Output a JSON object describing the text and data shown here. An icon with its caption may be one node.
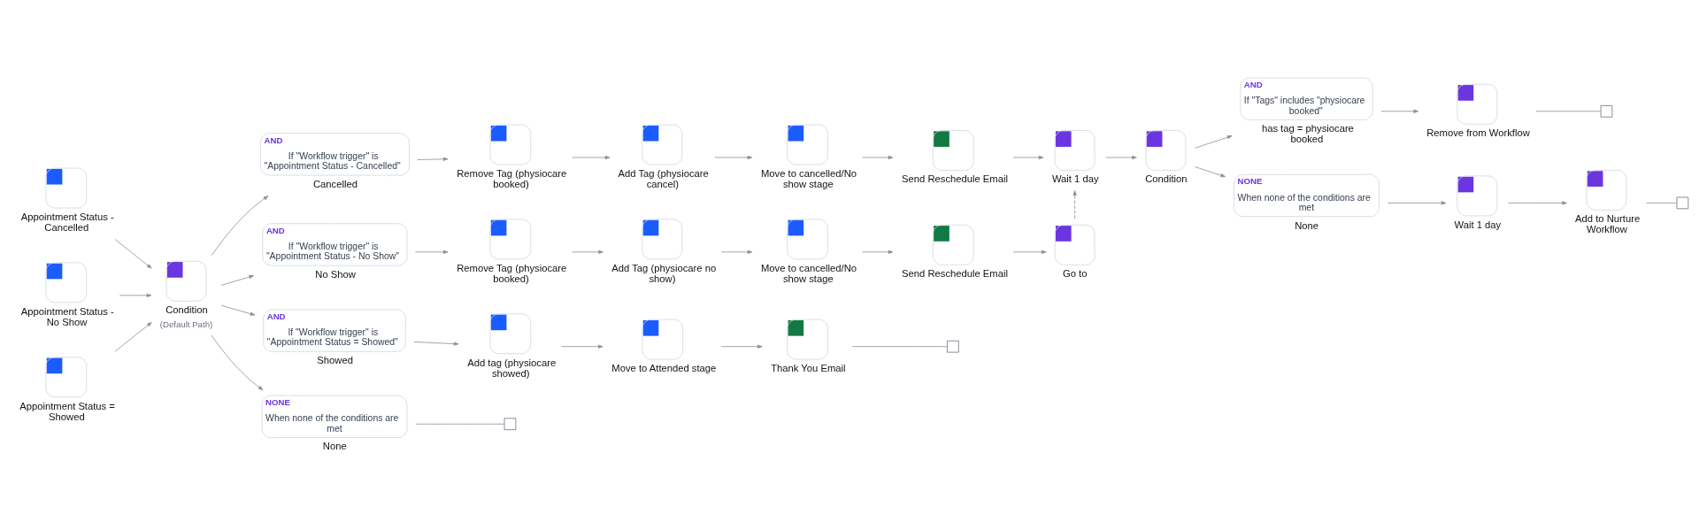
{
  "diagram": {
    "nodes": [
      {
        "text": [
          "Appointment Status - Cancelled"
        ]
      },
      {
        "text": [
          "Appointment Status - No Show"
        ]
      },
      {
        "text": [
          "Appointment Status = Showed"
        ]
      },
      {
        "text": [
          "Condition",
          "(Default Path)"
        ]
      },
      {
        "text": [
          "AND",
          "If \"Workflow trigger\" is \"Appointment Status - Cancelled\"",
          "Cancelled"
        ]
      },
      {
        "text": [
          "Remove Tag (physiocare booked)"
        ]
      },
      {
        "text": [
          "Add Tag (physiocare cancel)"
        ]
      },
      {
        "text": [
          "Move to cancelled/No show stage"
        ]
      },
      {
        "text": [
          "Send Reschedule Email"
        ]
      },
      {
        "text": [
          "Wait 1 day"
        ]
      },
      {
        "text": [
          "Condition"
        ]
      },
      {
        "text": [
          "AND",
          "If \"Tags\" includes \"physiocare booked\"",
          "has tag = physiocare booked"
        ]
      },
      {
        "text": [
          "Remove from Workflow"
        ]
      },
      {
        "text": [],
        "shape": "box"
      },
      {
        "text": [
          "NONE",
          "When none of the conditions are met",
          "None"
        ]
      },
      {
        "text": [
          "Wait 1 day"
        ]
      },
      {
        "text": [
          "Add to Nurture Workflow"
        ]
      },
      {
        "text": [],
        "shape": "box"
      },
      {
        "text": [
          "AND",
          "If \"Workflow trigger\" is \"Appointment Status - No Show\"",
          "No Show"
        ]
      },
      {
        "text": [
          "Remove Tag (physiocare booked)"
        ]
      },
      {
        "text": [
          "Add Tag (physiocare no show)"
        ]
      },
      {
        "text": [
          "Move to cancelled/No show stage"
        ]
      },
      {
        "text": [
          "Send Reschedule Email"
        ]
      },
      {
        "text": [
          "Go to"
        ]
      },
      {
        "text": [
          "AND",
          "If \"Workflow trigger\" is \"Appointment Status = Showed\"",
          "Showed"
        ]
      },
      {
        "text": [
          "Add tag (physiocare showed)"
        ]
      },
      {
        "text": [
          "Move to Attended stage"
        ]
      },
      {
        "text": [
          "Thank You Email"
        ]
      },
      {
        "text": [],
        "shape": "box"
      },
      {
        "text": [
          "NONE",
          "When none of the conditions are met",
          "None"
        ]
      },
      {
        "text": [],
        "shape": "box"
      }
    ],
    "edges": [
      {
        "from": 0,
        "to": 3,
        "arrow": "to"
      },
      {
        "from": 1,
        "to": 3,
        "arrow": "to"
      },
      {
        "from": 2,
        "to": 3,
        "arrow": "to"
      },
      {
        "from": 3,
        "to": 4,
        "arrow": "to"
      },
      {
        "from": 3,
        "to": 18,
        "arrow": "to"
      },
      {
        "from": 3,
        "to": 24,
        "arrow": "to"
      },
      {
        "from": 3,
        "to": 29,
        "arrow": "to"
      },
      {
        "from": 4,
        "to": 5,
        "arrow": "to"
      },
      {
        "from": 5,
        "to": 6,
        "arrow": "to"
      },
      {
        "from": 6,
        "to": 7,
        "arrow": "to"
      },
      {
        "from": 7,
        "to": 8,
        "arrow": "to"
      },
      {
        "from": 8,
        "to": 9,
        "arrow": "to"
      },
      {
        "from": 9,
        "to": 10,
        "arrow": "to"
      },
      {
        "from": 10,
        "to": 11,
        "arrow": "to"
      },
      {
        "from": 10,
        "to": 14,
        "arrow": "to"
      },
      {
        "from": 11,
        "to": 12,
        "arrow": "to"
      },
      {
        "from": 12,
        "to": 13,
        "arrow": "none"
      },
      {
        "from": 14,
        "to": 15,
        "arrow": "to"
      },
      {
        "from": 15,
        "to": 16,
        "arrow": "to"
      },
      {
        "from": 16,
        "to": 17,
        "arrow": "none"
      },
      {
        "from": 18,
        "to": 19,
        "arrow": "to"
      },
      {
        "from": 19,
        "to": 20,
        "arrow": "to"
      },
      {
        "from": 20,
        "to": 21,
        "arrow": "to"
      },
      {
        "from": 21,
        "to": 22,
        "arrow": "to"
      },
      {
        "from": 22,
        "to": 23,
        "arrow": "to"
      },
      {
        "from": 23,
        "to": 9,
        "arrow": "to",
        "style": "dashed"
      },
      {
        "from": 24,
        "to": 25,
        "arrow": "to"
      },
      {
        "from": 25,
        "to": 26,
        "arrow": "to"
      },
      {
        "from": 26,
        "to": 27,
        "arrow": "to"
      },
      {
        "from": 27,
        "to": 28,
        "arrow": "none"
      },
      {
        "from": 29,
        "to": 30,
        "arrow": "none"
      }
    ]
  }
}
